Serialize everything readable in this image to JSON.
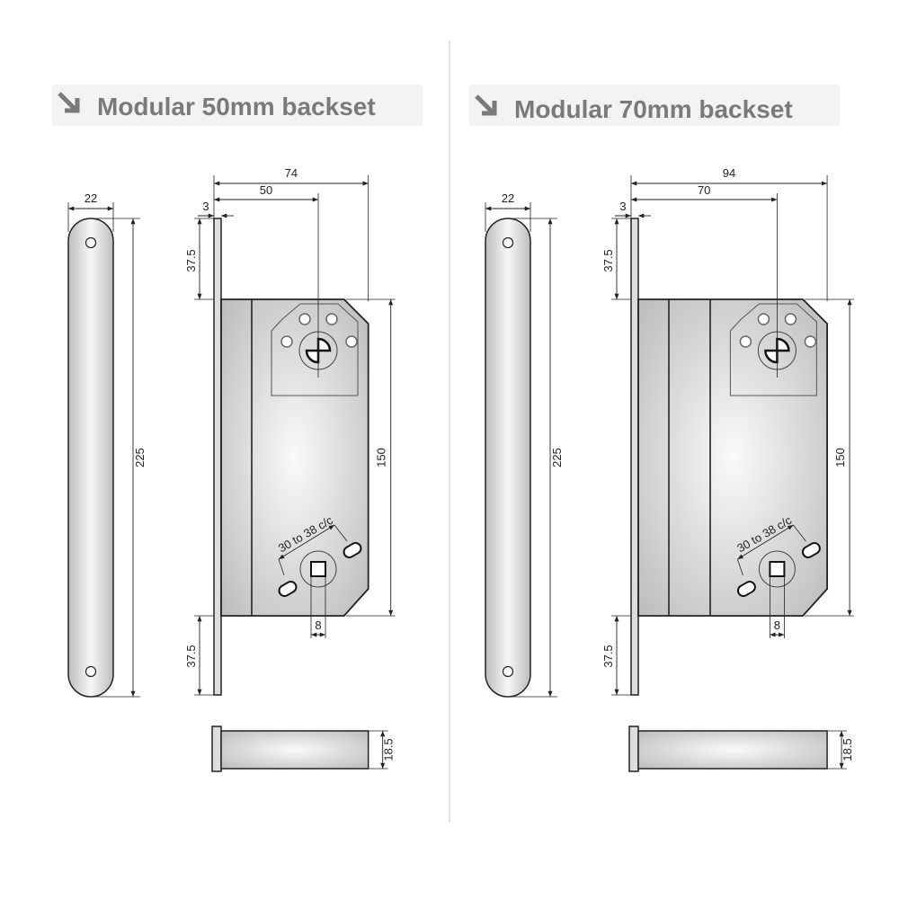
{
  "panels": [
    {
      "title": "Modular 50mm backset",
      "backset_mm": 50,
      "depth_mm": 74,
      "labels": {
        "faceplate_width": "22",
        "faceplate_height": "225",
        "overall_depth": "74",
        "backset": "50",
        "forend": "3",
        "top_offset": "37.5",
        "body_height": "150",
        "bottom_offset": "37.5",
        "fixing_centres": "30 to 38 c/c",
        "spindle": "8",
        "strike_height": "18.5"
      }
    },
    {
      "title": "Modular 70mm backset",
      "backset_mm": 70,
      "depth_mm": 94,
      "labels": {
        "faceplate_width": "22",
        "faceplate_height": "225",
        "overall_depth": "94",
        "backset": "70",
        "forend": "3",
        "top_offset": "37.5",
        "body_height": "150",
        "bottom_offset": "37.5",
        "fixing_centres": "30 to 38 c/c",
        "spindle": "8",
        "strike_height": "18.5"
      }
    }
  ],
  "colors": {
    "title": "#7a7a7a",
    "metal_light": "#f4f4f4",
    "metal_dark": "#b8b8b8",
    "line": "#222222",
    "divider": "#dddddd"
  }
}
